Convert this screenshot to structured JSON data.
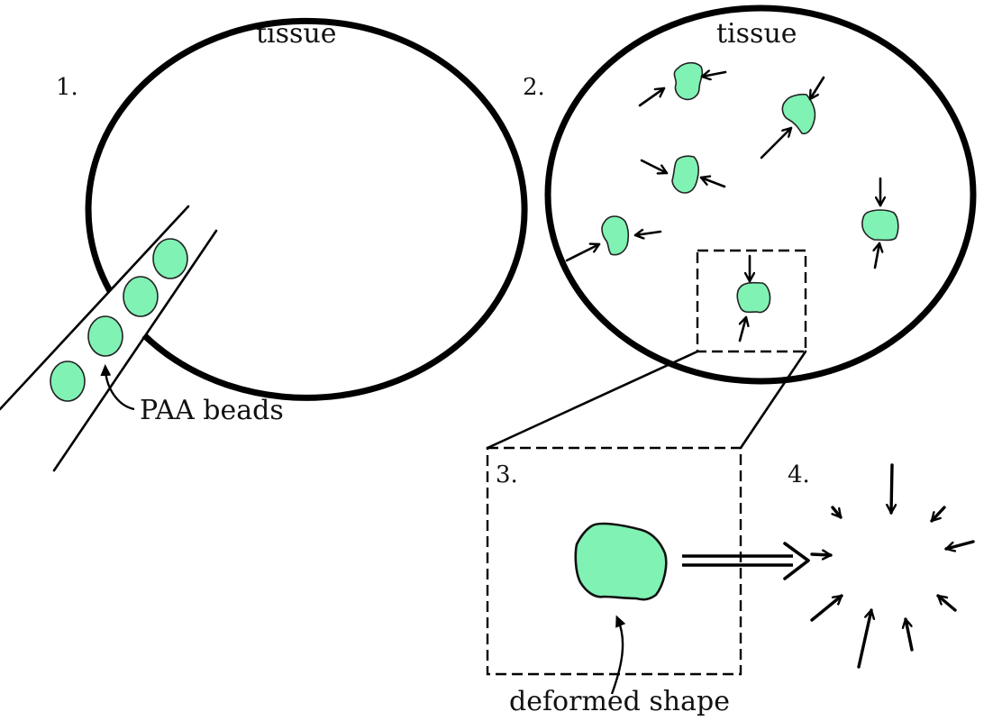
{
  "figure": {
    "panels": [
      {
        "id": 1,
        "number_label": "1.",
        "title": "tissue",
        "annotation": "PAA beads"
      },
      {
        "id": 2,
        "number_label": "2.",
        "title": "tissue"
      },
      {
        "id": 3,
        "number_label": "3.",
        "annotation": "deformed shape"
      },
      {
        "id": 4,
        "number_label": "4."
      }
    ],
    "bead_count_panel1": 4,
    "deformed_bead_count_panel2": 6,
    "traction_arrow_count_panel4": 9,
    "colors": {
      "bead_fill": "#80f2b4",
      "outline": "#000000",
      "background": "#ffffff"
    }
  }
}
